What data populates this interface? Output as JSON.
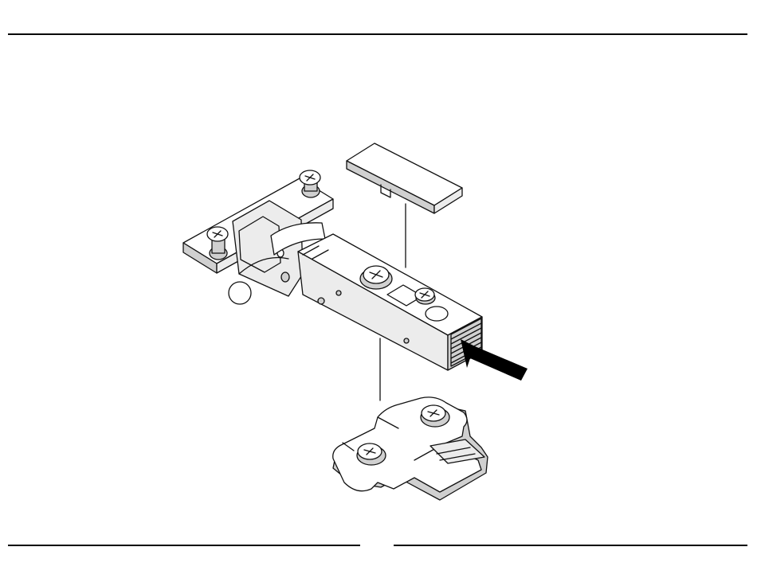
{
  "illustration": {
    "subject": "concealed-hinge-assembly",
    "colors": {
      "ink": "#111111",
      "paper": "#ffffff",
      "shade": "#d0d0d0",
      "arrow": "#000000"
    },
    "parts": [
      "cover-cap",
      "hinge-cup",
      "hinge-arm",
      "mounting-plate",
      "push-arrow"
    ]
  }
}
